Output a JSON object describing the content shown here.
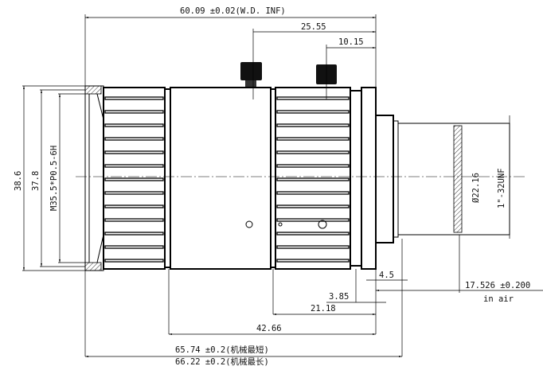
{
  "drawing": {
    "title": "Lens outline dimension drawing",
    "dims": {
      "wd": "60.09 ±0.02(W.D. INF)",
      "knob1": "25.55",
      "knob2": "10.15",
      "dia_outer": "38.6",
      "dia_inner": "37.8",
      "filter_thread": "M35.5*P0.5-6H",
      "mount_dia": "Ø22.16",
      "mount_thread": "1\"-32UNF",
      "flange_step": "4.5",
      "back_focus": "17.526 ±0.200",
      "back_focus_note": "in air",
      "ring_gap": "3.85",
      "rear_ring": "21.18",
      "mid_len": "42.66",
      "len_min": "65.74 ±0.2(机械最短)",
      "len_max": "66.22 ±0.2(机械最长)"
    }
  }
}
